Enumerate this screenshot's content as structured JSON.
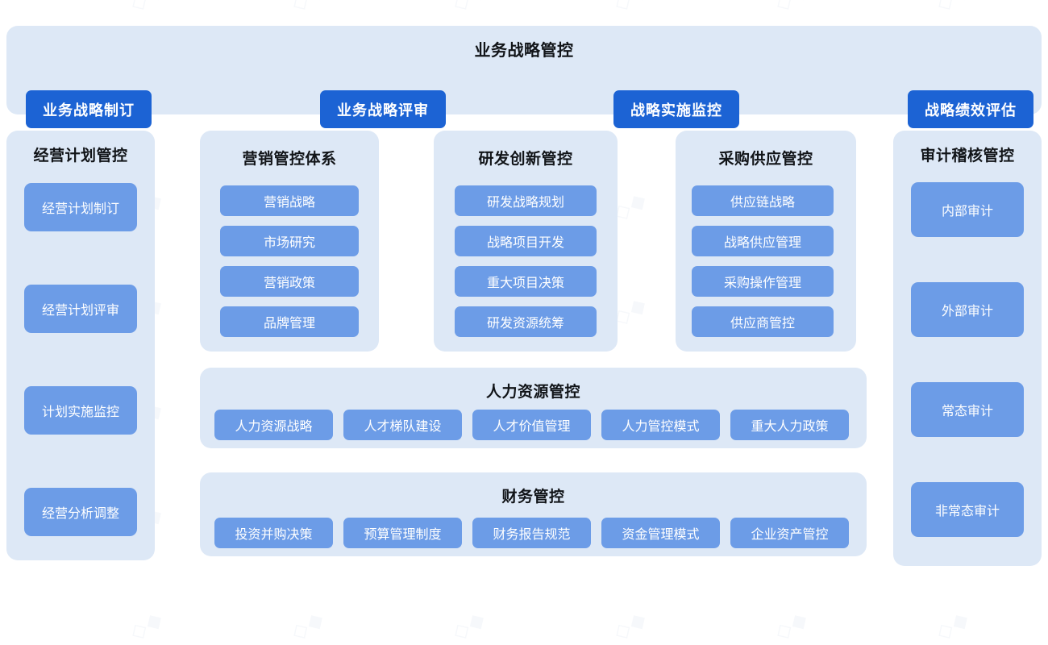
{
  "strategy_banner": {
    "title": "业务战略管控",
    "buttons": [
      {
        "label": "业务战略制订"
      },
      {
        "label": "业务战略评审"
      },
      {
        "label": "战略实施监控"
      },
      {
        "label": "战略绩效评估"
      }
    ]
  },
  "plan_panel": {
    "title": "经营计划管控",
    "items": [
      {
        "label": "经营计划制订"
      },
      {
        "label": "经营计划评审"
      },
      {
        "label": "计划实施监控"
      },
      {
        "label": "经营分析调整"
      }
    ]
  },
  "marketing_panel": {
    "title": "营销管控体系",
    "items": [
      {
        "label": "营销战略"
      },
      {
        "label": "市场研究"
      },
      {
        "label": "营销政策"
      },
      {
        "label": "品牌管理"
      }
    ]
  },
  "rd_panel": {
    "title": "研发创新管控",
    "items": [
      {
        "label": "研发战略规划"
      },
      {
        "label": "战略项目开发"
      },
      {
        "label": "重大项目决策"
      },
      {
        "label": "研发资源统筹"
      }
    ]
  },
  "purchase_panel": {
    "title": "采购供应管控",
    "items": [
      {
        "label": "供应链战略"
      },
      {
        "label": "战略供应管理"
      },
      {
        "label": "采购操作管理"
      },
      {
        "label": "供应商管控"
      }
    ]
  },
  "audit_panel": {
    "title": "审计稽核管控",
    "items": [
      {
        "label": "内部审计"
      },
      {
        "label": "外部审计"
      },
      {
        "label": "常态审计"
      },
      {
        "label": "非常态审计"
      }
    ]
  },
  "hr_panel": {
    "title": "人力资源管控",
    "items": [
      {
        "label": "人力资源战略"
      },
      {
        "label": "人才梯队建设"
      },
      {
        "label": "人才价值管理"
      },
      {
        "label": "人力管控模式"
      },
      {
        "label": "重大人力政策"
      }
    ]
  },
  "finance_panel": {
    "title": "财务管控",
    "items": [
      {
        "label": "投资并购决策"
      },
      {
        "label": "预算管理制度"
      },
      {
        "label": "财务报告规范"
      },
      {
        "label": "资金管理模式"
      },
      {
        "label": "企业资产管控"
      }
    ]
  },
  "colors": {
    "panel_bg": "#dde8f6",
    "primary_button": "#1c63d4",
    "secondary_button": "#6c9ce7",
    "title_text": "#111418",
    "button_text": "#ffffff",
    "page_bg": "#ffffff"
  }
}
